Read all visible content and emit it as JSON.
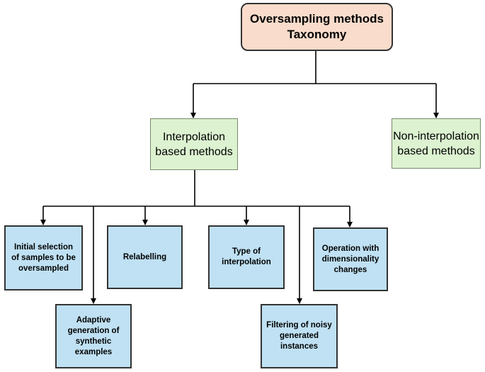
{
  "root": {
    "label": "Oversampling methods Taxonomy"
  },
  "level1": {
    "interpolation": "Interpolation based methods",
    "non_interpolation": "Non-interpolation based methods"
  },
  "leaves": {
    "initial_selection": "Initial selection of samples to be oversampled",
    "adaptive_generation": "Adaptive generation of synthetic examples",
    "relabelling": "Relabelling",
    "type_of_interpolation": "Type of interpolation",
    "filtering": "Filtering of noisy generated instances",
    "dimensionality": "Operation with dimensionality changes"
  },
  "colors": {
    "root_fill": "#f9dccb",
    "level1_fill": "#dcf2d0",
    "leaf_fill": "#bfe1f3",
    "connector": "#000000"
  }
}
